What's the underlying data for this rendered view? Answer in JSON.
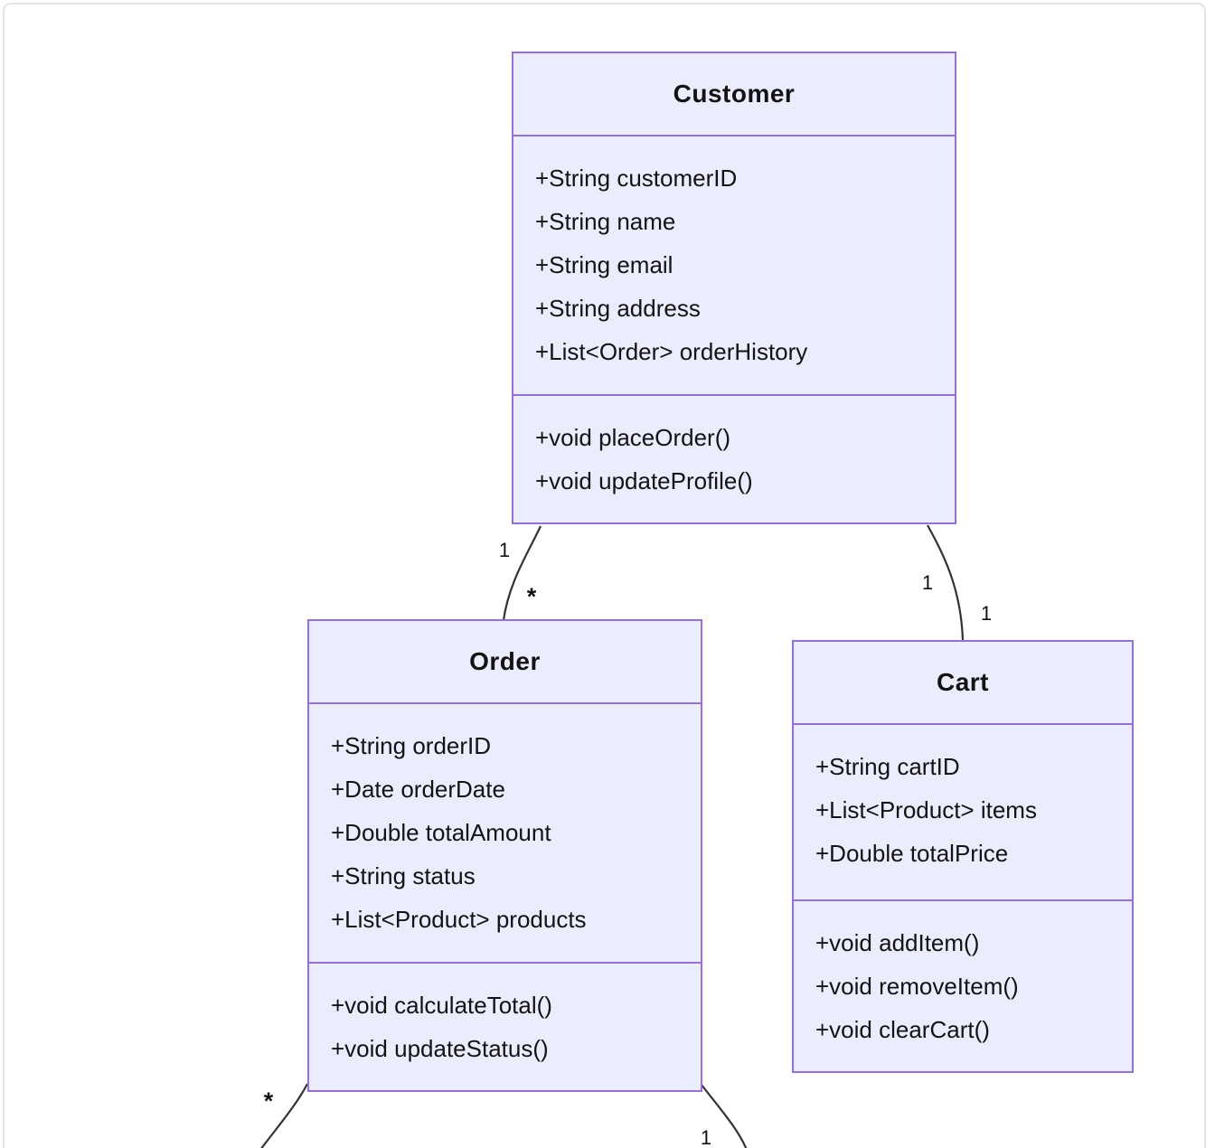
{
  "diagram": {
    "type": "uml-class-diagram",
    "classes": [
      {
        "name": "Customer",
        "attributes": [
          "+String customerID",
          "+String name",
          "+String email",
          "+String address",
          "+List<Order> orderHistory"
        ],
        "methods": [
          "+void placeOrder()",
          "+void updateProfile()"
        ]
      },
      {
        "name": "Order",
        "attributes": [
          "+String orderID",
          "+Date orderDate",
          "+Double totalAmount",
          "+String status",
          "+List<Product> products"
        ],
        "methods": [
          "+void calculateTotal()",
          "+void updateStatus()"
        ]
      },
      {
        "name": "Cart",
        "attributes": [
          "+String cartID",
          "+List<Product> items",
          "+Double totalPrice"
        ],
        "methods": [
          "+void addItem()",
          "+void removeItem()",
          "+void clearCart()"
        ]
      }
    ],
    "relationships": [
      {
        "from": "Customer",
        "to": "Order",
        "cardinalities": [
          "1",
          "*"
        ]
      },
      {
        "from": "Customer",
        "to": "Cart",
        "cardinalities": [
          "1",
          "1"
        ]
      },
      {
        "from": "Order",
        "cardinalities": [
          "*"
        ]
      },
      {
        "from": "Order",
        "cardinalities": [
          "1"
        ]
      }
    ]
  },
  "style": {
    "class_fill": "#ECECFF",
    "class_border": "#9370DB",
    "edge_color": "#333333",
    "text_color": "#131313",
    "page_border": "#e3e3ec"
  }
}
